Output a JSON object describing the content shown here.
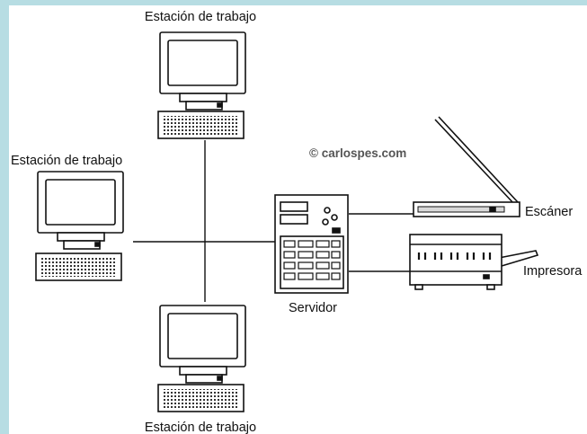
{
  "diagram": {
    "watermark": "© carlospes.com",
    "nodes": {
      "workstation_top": {
        "label": "Estación de trabajo"
      },
      "workstation_left": {
        "label": "Estación de trabajo"
      },
      "workstation_bottom": {
        "label": "Estación de trabajo"
      },
      "server": {
        "label": "Servidor"
      },
      "scanner": {
        "label": "Escáner"
      },
      "printer": {
        "label": "Impresora"
      }
    },
    "colors": {
      "frame_background": "#b7dde3",
      "canvas_background": "#ffffff",
      "line": "#111111",
      "device_shading": "#d9d9d9"
    }
  }
}
